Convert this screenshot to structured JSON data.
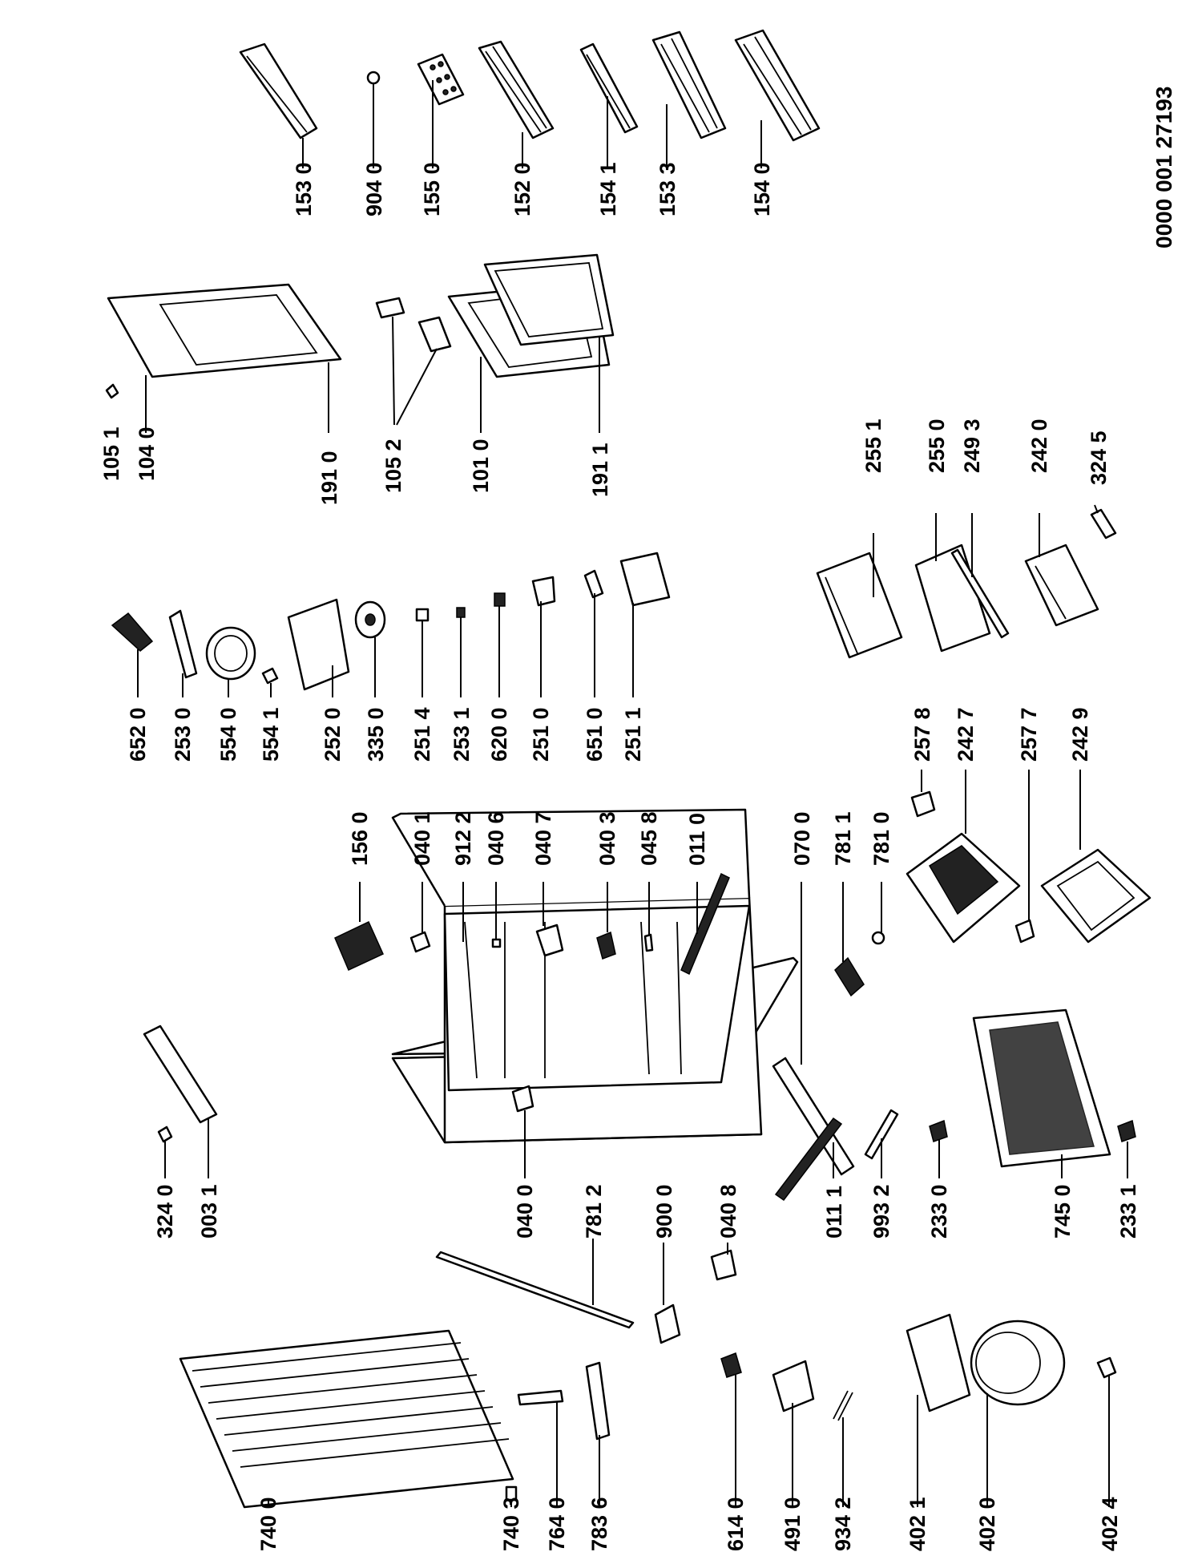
{
  "document_number": "0000 001 27193",
  "part_labels": {
    "p1530": "153 0",
    "p9040": "904 0",
    "p1550": "155 0",
    "p1520": "152 0",
    "p1541": "154 1",
    "p1533": "153 3",
    "p1540": "154 0",
    "p1051": "105 1",
    "p1040": "104 0",
    "p1910": "191 0",
    "p1052": "105 2",
    "p1010": "101 0",
    "p1911": "191 1",
    "p6520": "652 0",
    "p2530": "253 0",
    "p5540": "554 0",
    "p5541": "554 1",
    "p2520": "252 0",
    "p3350": "335 0",
    "p2514": "251 4",
    "p2531": "253 1",
    "p6200": "620 0",
    "p2510": "251 0",
    "p6510": "651 0",
    "p2511": "251 1",
    "p2551": "255 1",
    "p2550": "255 0",
    "p2493": "249 3",
    "p2420": "242 0",
    "p3245": "324 5",
    "p1560": "156 0",
    "p0401": "040 1",
    "p9122": "912 2",
    "p0406": "040 6",
    "p0407": "040 7",
    "p0403": "040 3",
    "p0458": "045 8",
    "p0110": "011 0",
    "p0700": "070 0",
    "p7811": "781 1",
    "p7810": "781 0",
    "p2578": "257 8",
    "p2427": "242 7",
    "p2577": "257 7",
    "p2429": "242 9",
    "p3240": "324 0",
    "p0031": "003 1",
    "p0400": "040 0",
    "p7812": "781 2",
    "p9000": "900 0",
    "p0408": "040 8",
    "p0111": "011 1",
    "p9932": "993 2",
    "p2330": "233 0",
    "p7450": "745 0",
    "p2331": "233 1",
    "p7400": "740 0",
    "p7403": "740 3",
    "p7640": "764 0",
    "p7836": "783 6",
    "p6140": "614 0",
    "p4910": "491 0",
    "p9342": "934 2",
    "p4021": "402 1",
    "p4020": "402 0",
    "p4024": "402 4"
  }
}
